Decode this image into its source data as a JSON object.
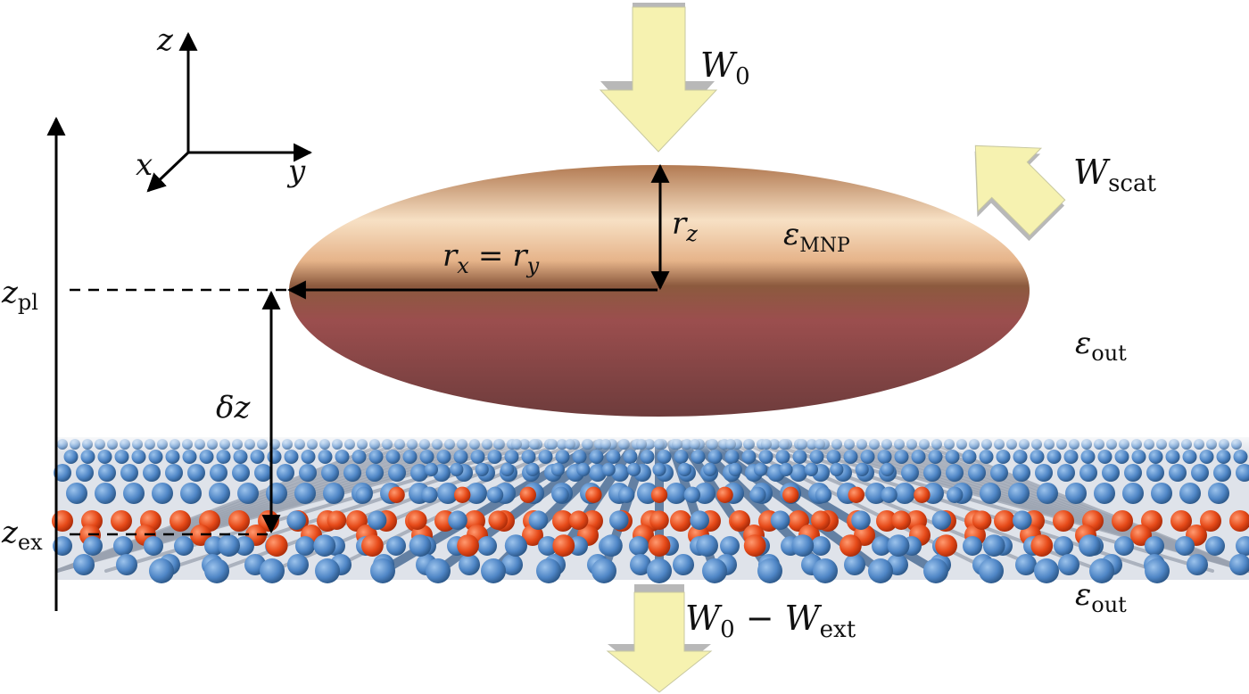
{
  "axes": {
    "x": "x",
    "y": "y",
    "z": "z"
  },
  "labels": {
    "z_pl_main": "z",
    "z_pl_sub": "pl",
    "z_ex_main": "z",
    "z_ex_sub": "ex",
    "delta_z": "δz",
    "r_z_main": "r",
    "r_z_sub": "z",
    "radius_xy": "r",
    "radius_x_sub": "x",
    "equals": "=",
    "radius_y_sub": "y",
    "eps_mnp_main": "ε",
    "eps_mnp_sub": "MNP",
    "eps_out_top_main": "ε",
    "eps_out_top_sub": "out",
    "eps_out_bottom_main": "ε",
    "eps_out_bottom_sub": "out",
    "w0_main": "W",
    "w0_sub": "0",
    "wscat_main": "W",
    "wscat_sub": "scat",
    "wbottom_a_main": "W",
    "wbottom_a_sub": "0",
    "wbottom_minus": " − ",
    "wbottom_b_main": "W",
    "wbottom_b_sub": "ext"
  },
  "colors": {
    "arrow_fill": "#f6f2b0",
    "arrow_edge": "#b4b4b4",
    "particle_top": "#f2d2b0",
    "particle_mid": "#b8825a",
    "particle_bottom": "#8a4a4a",
    "atom_blue": "#4f86c6",
    "atom_red": "#e64a19",
    "bond": "#9a9aa4"
  }
}
